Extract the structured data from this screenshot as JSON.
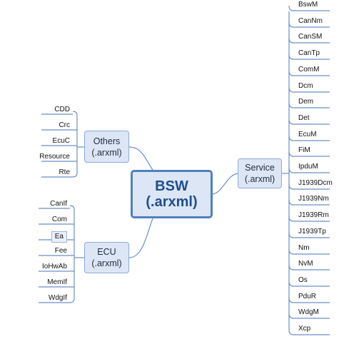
{
  "root": {
    "title": "BSW",
    "subtitle": "(.arxml)"
  },
  "branches": {
    "others": {
      "title": "Others",
      "subtitle": "(.arxml)",
      "items": [
        "CDD",
        "Crc",
        "EcuC",
        "Resource",
        "Rte"
      ]
    },
    "ecu": {
      "title": "ECU",
      "subtitle": "(.arxml)",
      "items": [
        "CanIf",
        "Com",
        "Ea",
        "Fee",
        "IoHwAb",
        "MemIf",
        "WdgIf"
      ],
      "highlighted_item": "Ea"
    },
    "service": {
      "title": "Service",
      "subtitle": "(.arxml)",
      "items": [
        "BswM",
        "CanNm",
        "CanSM",
        "CanTp",
        "ComM",
        "Dcm",
        "Dem",
        "Det",
        "EcuM",
        "FiM",
        "IpduM",
        "J1939Dcm",
        "J1939Nm",
        "J1939Rm",
        "J1939Tp",
        "Nm",
        "NvM",
        "Os",
        "PduR",
        "WdgM",
        "Xcp"
      ]
    }
  },
  "colors": {
    "connector": "#6b8fc7",
    "node_fill": "#dce6f4",
    "root_border": "#4f81bd",
    "root_text": "#1f4e8c"
  }
}
